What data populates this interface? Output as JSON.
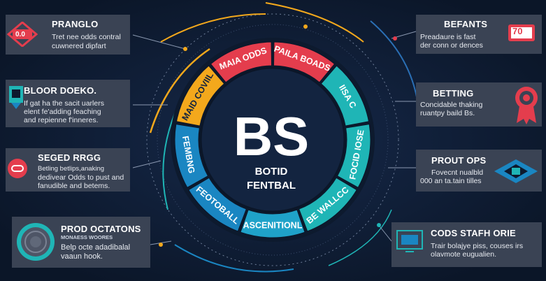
{
  "center": {
    "title": "BS",
    "line1": "BOTID",
    "line2": "FENTBAL"
  },
  "ring_segments": [
    {
      "label": "MAIA ODDS",
      "color": "#e43d4d"
    },
    {
      "label": "PAILA BOADS",
      "color": "#e43d4d"
    },
    {
      "label": "IISA C",
      "color": "#1fb5b6"
    },
    {
      "label": "FOCID IOSE",
      "color": "#1fb5b6"
    },
    {
      "label": "BE WALLCC",
      "color": "#1fb5b6"
    },
    {
      "label": "ASCENITIONL",
      "color": "#1fa2c9"
    },
    {
      "label": "FEOTOBALL",
      "color": "#1a86c2"
    },
    {
      "label": "FEMBNG",
      "color": "#1a86c2"
    },
    {
      "label": "MAID COVIIL",
      "color": "#f3a81c"
    }
  ],
  "cards": {
    "c1": {
      "title": "PRANGLO",
      "sub1": "Tret nee odds contral",
      "sub2": "cuwnered dipfart",
      "icon_text": "0.0"
    },
    "c2": {
      "title": "BLOOR DOEKO.",
      "sub1": "If gat ha the sacit uarlers",
      "sub2": "elent fe'adding feaching",
      "sub3": "and repienne f'inneres."
    },
    "c3": {
      "title": "SEGED RRGG",
      "sub1": "Betling betlips,anaking",
      "sub2": "dedivear Odds to pust and",
      "sub3": "fanudible and betems."
    },
    "c4": {
      "title": "PROD OCTATONS",
      "tiny": "MONAESS WOORES",
      "sub1": "Belp octe adadibalal",
      "sub2": "vaaun hook."
    },
    "c5": {
      "title": "BEFANTS",
      "sub1": "Preadaure is fast",
      "sub2": "der conn or dences",
      "icon_text": "70"
    },
    "c6": {
      "title": "BETTING",
      "sub1": "Concidable thaking",
      "sub2": "ruantpy baild Bs."
    },
    "c7": {
      "title": "PROUT OPS",
      "sub1": "Fovecnt nualbld",
      "sub2": "000 an ta.tain tilles"
    },
    "c8": {
      "title": "CODS STAFH ORIE",
      "sub1": "Trair bolajye piss, couses irs",
      "sub2": "olavmote eugualien."
    }
  },
  "colors": {
    "background": "#0d1a2e",
    "card": "#3a4354",
    "red": "#e43d4d",
    "teal": "#1fb5b6",
    "blue": "#1a86c2",
    "orange": "#f3a81c"
  },
  "icons": [
    "hexagon-sign-icon",
    "badge-book-icon",
    "tag-pill-icon",
    "coin-circle-icon",
    "ticket-icon",
    "ribbon-award-icon",
    "diamond-icon",
    "screen-monitor-icon"
  ]
}
